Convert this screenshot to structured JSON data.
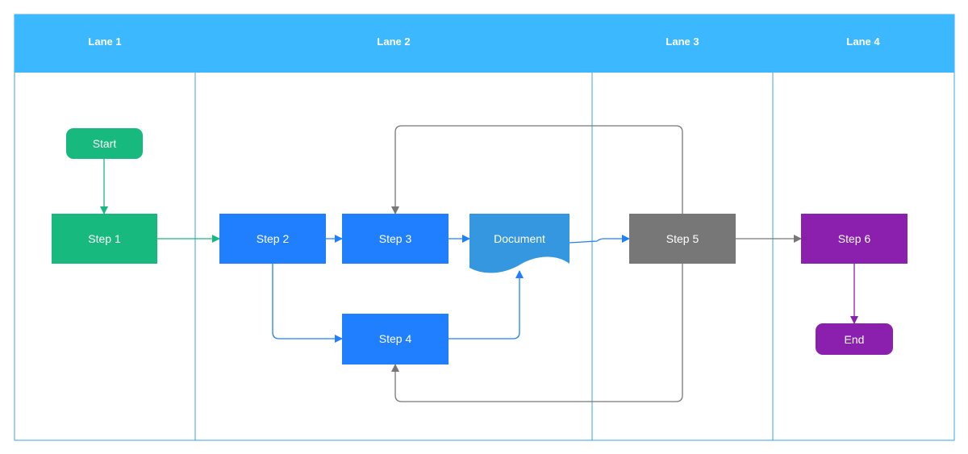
{
  "lanes": [
    {
      "label": "Lane 1"
    },
    {
      "label": "Lane 2"
    },
    {
      "label": "Lane 3"
    },
    {
      "label": "Lane 4"
    }
  ],
  "nodes": {
    "start": {
      "label": "Start"
    },
    "step1": {
      "label": "Step 1"
    },
    "step2": {
      "label": "Step 2"
    },
    "step3": {
      "label": "Step 3"
    },
    "step4": {
      "label": "Step 4"
    },
    "document": {
      "label": "Document"
    },
    "step5": {
      "label": "Step 5"
    },
    "step6": {
      "label": "Step 6"
    },
    "end": {
      "label": "End"
    }
  },
  "colors": {
    "header": "#3bb8ff",
    "lane_border": "#3aa6e0",
    "green": "#17b97e",
    "blue": "#1f7fff",
    "doc_blue": "#3597e0",
    "gray": "#777777",
    "purple": "#8b1fae"
  }
}
